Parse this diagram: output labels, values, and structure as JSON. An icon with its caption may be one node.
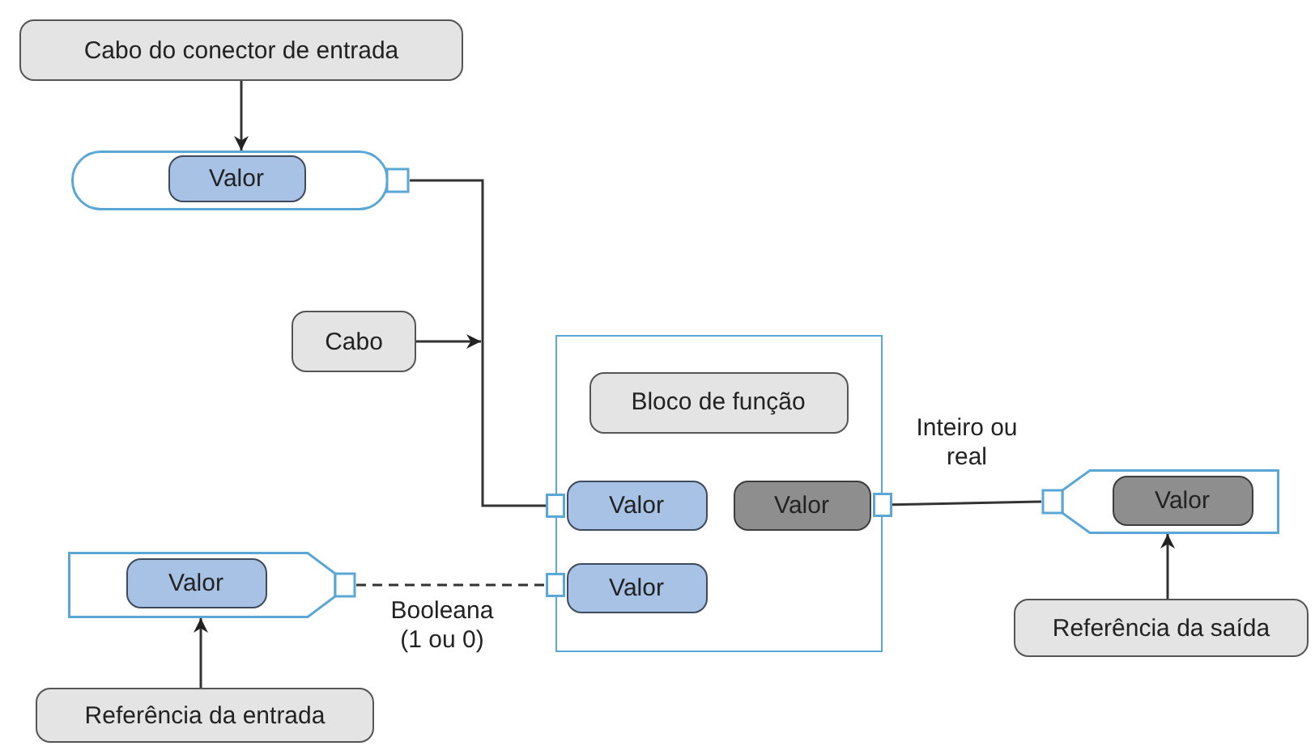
{
  "diagram": {
    "nodes": [
      {
        "text": [
          "Cabo do conector de entrada"
        ]
      },
      {
        "text": [],
        "shape": "connector"
      },
      {
        "text": [
          "Valor"
        ],
        "in": 1
      },
      {
        "text": [
          "Cabo"
        ]
      },
      {
        "text": [],
        "shape": "box"
      },
      {
        "text": [
          "Bloco de função"
        ],
        "in": 4
      },
      {
        "text": [
          "Valor"
        ],
        "in": 4
      },
      {
        "text": [
          "Valor"
        ],
        "in": 4
      },
      {
        "text": [
          "Valor"
        ],
        "in": 4
      },
      {
        "text": [],
        "shape": "connector"
      },
      {
        "text": [
          "Valor"
        ],
        "in": 9
      },
      {
        "text": [
          "Referência da entrada"
        ]
      },
      {
        "text": [],
        "shape": "connector"
      },
      {
        "text": [
          "Valor"
        ],
        "in": 12
      },
      {
        "text": [
          "Referência da saída"
        ]
      }
    ],
    "edges": [
      {
        "from": 0,
        "to": 1,
        "arrow": "to"
      },
      {
        "from": 1,
        "to": 4,
        "arrow": "other"
      },
      {
        "from": 3,
        "to": null,
        "arrow": "to"
      },
      {
        "from": 9,
        "to": 4,
        "arrow": "other",
        "style": "dashed",
        "label": "Booleana (1 ou 0)"
      },
      {
        "from": 4,
        "to": 12,
        "arrow": "other",
        "label": "Inteiro ou real"
      },
      {
        "from": 11,
        "to": 9,
        "arrow": "to"
      },
      {
        "from": 14,
        "to": 12,
        "arrow": "to"
      }
    ]
  }
}
